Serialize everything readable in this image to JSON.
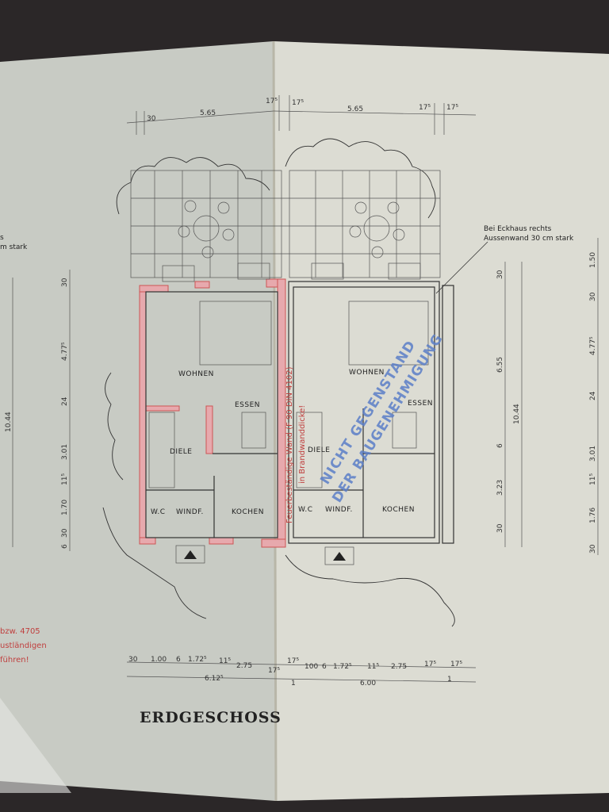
{
  "title": "ERDGESCHOSS",
  "colors": {
    "paper_left": "#c8cbc4",
    "paper_right": "#dcdcd3",
    "red_note": "#c0403f",
    "stamp_blue": "#5b7fc8",
    "background": "#2b2728"
  },
  "rooms": {
    "left": [
      "WOHNEN",
      "ESSEN",
      "DIELE",
      "KOCHEN",
      "W.C",
      "WINDF."
    ],
    "right": [
      "WOHNEN",
      "ESSEN",
      "DIELE",
      "KOCHEN",
      "W.C",
      "WINDF."
    ]
  },
  "notes": {
    "corner_house": [
      "Bei Eckhaus rechts",
      "Aussenwand 30 cm stark"
    ],
    "left_cut": [
      "s",
      "m stark"
    ],
    "fire_wall": [
      "Feuerbeständige Wand (F 90 DIN 4102)",
      "in Brandwanddicke!"
    ],
    "red_cut": [
      "bzw. 4705",
      "ustländigen",
      "führen!"
    ]
  },
  "stamp": [
    "NICHT GEGENSTAND",
    "DER BAUGENEHMIGUNG"
  ],
  "dimensions": {
    "top": [
      "30",
      "5.65",
      "17⁵",
      "17⁵",
      "5.65",
      "17⁵",
      "17⁵"
    ],
    "bottom_row1": [
      "30",
      "1.00",
      "6",
      "1.72⁵",
      "11⁵",
      "2.75",
      "17⁵",
      "17⁵",
      "100",
      "6",
      "1.72⁵",
      "11⁵",
      "2.75",
      "17⁵",
      "17⁵"
    ],
    "bottom_row2": [
      "6.12⁵",
      "1",
      "6.00",
      "1"
    ],
    "left_vertical": [
      "30",
      "4.77⁵",
      "24",
      "3.01",
      "11⁵",
      "1.70",
      "30",
      "6"
    ],
    "left_cut_vertical": [
      "10.44"
    ],
    "right_inner_vertical": [
      "30",
      "6.55",
      "6",
      "3.23",
      "30"
    ],
    "right_total": [
      "10.44"
    ],
    "right_outer_vertical": [
      "1.50",
      "30",
      "4.77⁵",
      "24",
      "3.01",
      "11⁵",
      "1.76",
      "30"
    ]
  }
}
